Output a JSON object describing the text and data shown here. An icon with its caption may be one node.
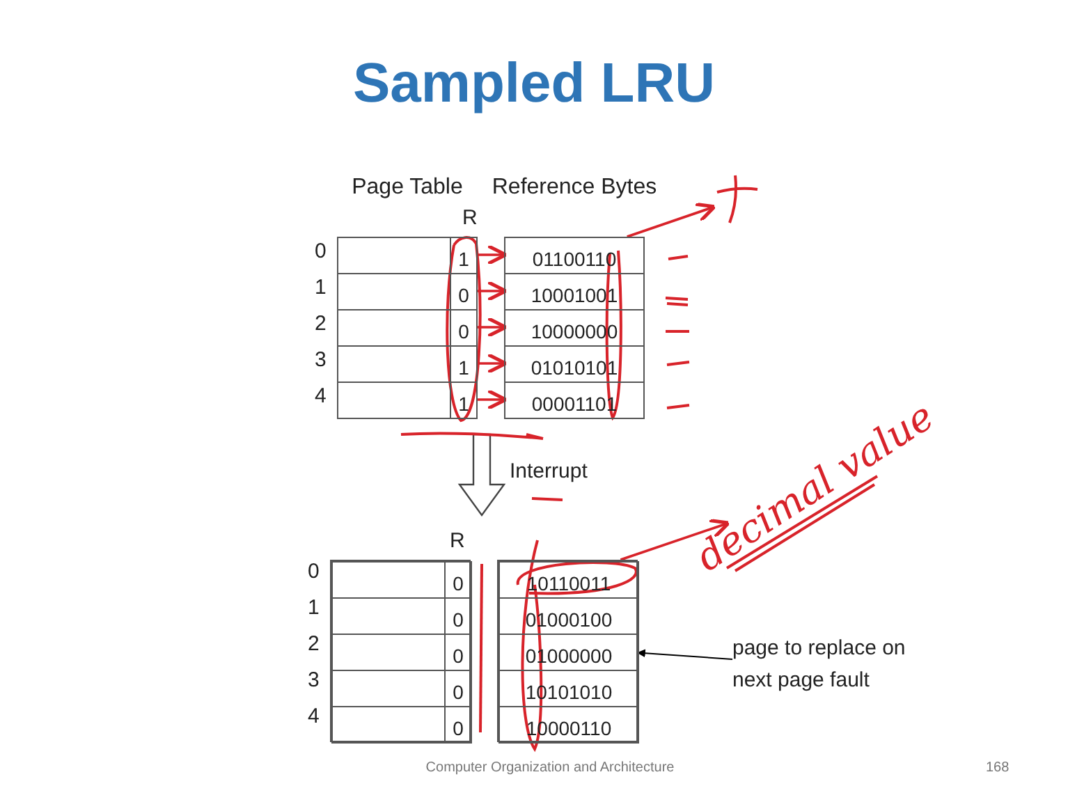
{
  "diagram": {
    "title": "Sampled LRU",
    "nodes": [
      {
        "text": [
          "Page Table"
        ]
      },
      {
        "text": [
          "1"
        ],
        "in": 0
      },
      {
        "text": [
          "0"
        ],
        "in": 0
      },
      {
        "text": [
          "0"
        ],
        "in": 0
      },
      {
        "text": [
          "1"
        ],
        "in": 0
      },
      {
        "text": [
          "1"
        ],
        "in": 0
      },
      {
        "text": [
          "Reference Bytes"
        ]
      },
      {
        "text": [
          "01100110"
        ],
        "in": 6
      },
      {
        "text": [
          "10001001"
        ],
        "in": 6
      },
      {
        "text": [
          "10000000"
        ],
        "in": 6
      },
      {
        "text": [
          "01010101"
        ],
        "in": 6
      },
      {
        "text": [
          "00001101"
        ],
        "in": 6
      },
      {
        "text": [],
        "shape": "box"
      },
      {
        "text": [
          "0"
        ],
        "in": 12
      },
      {
        "text": [
          "0"
        ],
        "in": 12
      },
      {
        "text": [
          "0"
        ],
        "in": 12
      },
      {
        "text": [
          "0"
        ],
        "in": 12
      },
      {
        "text": [
          "0"
        ],
        "in": 12
      },
      {
        "text": [],
        "shape": "box"
      },
      {
        "text": [
          "10110011"
        ],
        "in": 18
      },
      {
        "text": [
          "01000100"
        ],
        "in": 18
      },
      {
        "text": [
          "01000000"
        ],
        "in": 18
      },
      {
        "text": [
          "10101010"
        ],
        "in": 18
      },
      {
        "text": [
          "10000110"
        ],
        "in": 18
      },
      {
        "text": [
          "page to replace on next page fault"
        ]
      },
      {
        "text": [
          "decimal value"
        ]
      },
      {
        "text": [],
        "shape": "cross"
      }
    ],
    "edges": [
      {
        "from": 1,
        "to": 7,
        "arrow": "to"
      },
      {
        "from": 2,
        "to": 8,
        "arrow": "to"
      },
      {
        "from": 3,
        "to": 9,
        "arrow": "to"
      },
      {
        "from": 4,
        "to": 10,
        "arrow": "to"
      },
      {
        "from": 5,
        "to": 11,
        "arrow": "to"
      },
      {
        "from": 7,
        "to": 26,
        "arrow": "to"
      },
      {
        "from": 19,
        "to": 25,
        "arrow": "to"
      },
      {
        "from": 24,
        "to": 21,
        "arrow": "to",
        "color": "#000000"
      }
    ],
    "labels": [
      "R",
      "0",
      "1",
      "2",
      "3",
      "4",
      "Interrupt",
      "R",
      "0",
      "1",
      "2",
      "3",
      "4",
      "Computer Organization and Architecture",
      "168"
    ]
  }
}
